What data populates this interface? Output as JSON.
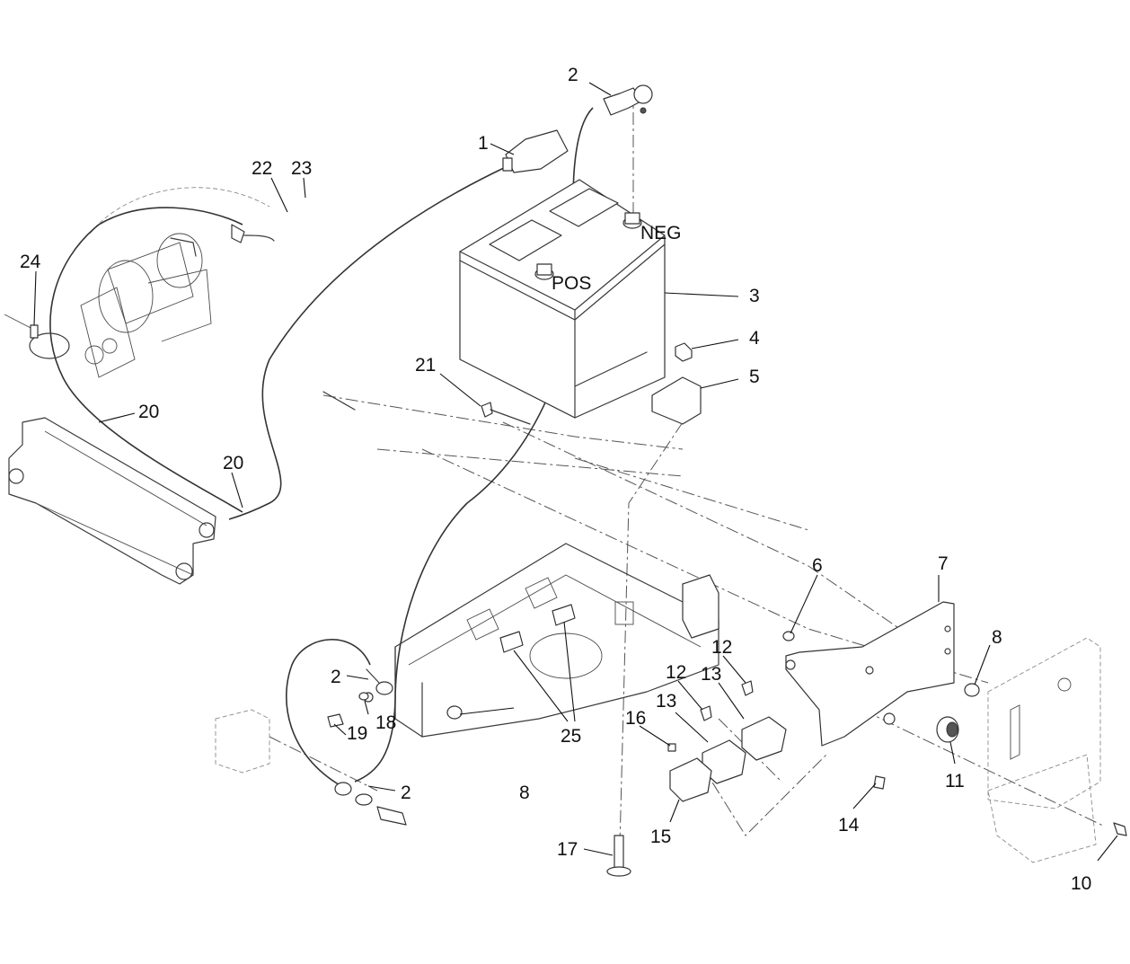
{
  "callouts": [
    {
      "id": "c1",
      "text": "1"
    },
    {
      "id": "c2a",
      "text": "2"
    },
    {
      "id": "c2b",
      "text": "2"
    },
    {
      "id": "c2c",
      "text": "2"
    },
    {
      "id": "c3",
      "text": "3"
    },
    {
      "id": "c4",
      "text": "4"
    },
    {
      "id": "c5",
      "text": "5"
    },
    {
      "id": "c6",
      "text": "6"
    },
    {
      "id": "c7",
      "text": "7"
    },
    {
      "id": "c8a",
      "text": "8"
    },
    {
      "id": "c8b",
      "text": "8"
    },
    {
      "id": "c10",
      "text": "10"
    },
    {
      "id": "c11",
      "text": "11"
    },
    {
      "id": "c12a",
      "text": "12"
    },
    {
      "id": "c12b",
      "text": "12"
    },
    {
      "id": "c13a",
      "text": "13"
    },
    {
      "id": "c13b",
      "text": "13"
    },
    {
      "id": "c14",
      "text": "14"
    },
    {
      "id": "c15",
      "text": "15"
    },
    {
      "id": "c16",
      "text": "16"
    },
    {
      "id": "c17",
      "text": "17"
    },
    {
      "id": "c18",
      "text": "18"
    },
    {
      "id": "c19",
      "text": "19"
    },
    {
      "id": "c20a",
      "text": "20"
    },
    {
      "id": "c20b",
      "text": "20"
    },
    {
      "id": "c21",
      "text": "21"
    },
    {
      "id": "c22",
      "text": "22"
    },
    {
      "id": "c23",
      "text": "23"
    },
    {
      "id": "c24",
      "text": "24"
    },
    {
      "id": "c25",
      "text": "25"
    }
  ],
  "battery_terminal_marks": {
    "positive": "POS",
    "negative": "NEG"
  }
}
